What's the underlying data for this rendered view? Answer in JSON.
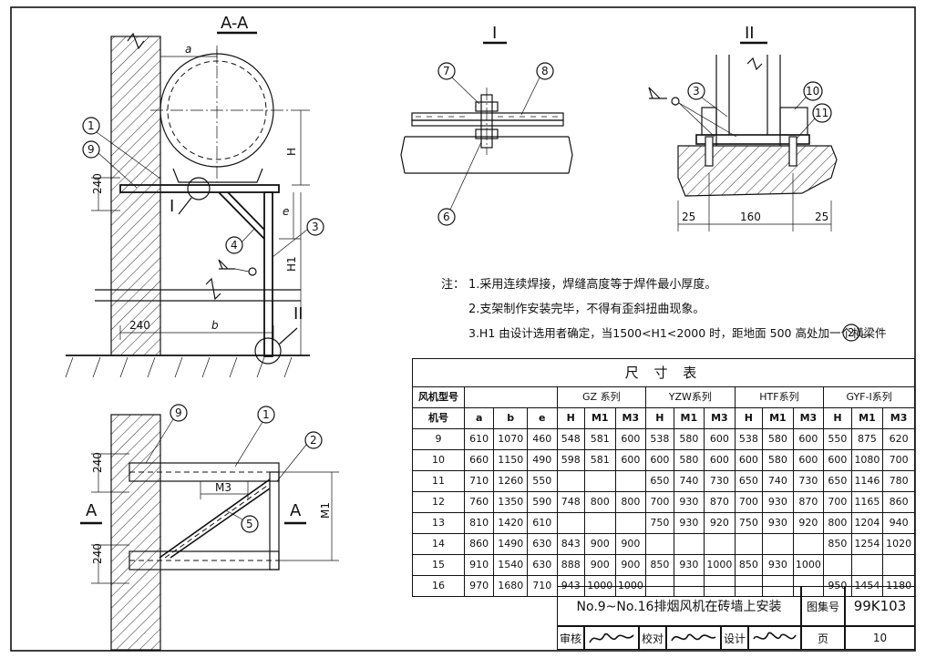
{
  "sheet": {
    "section_aa": "A-A",
    "detail_i": "I",
    "detail_ii": "II"
  },
  "labels": {
    "a": "a",
    "b": "b",
    "e": "e",
    "H": "H",
    "H1": "H1",
    "M1": "M1",
    "M3": "M3",
    "dim_240": "240",
    "dim_25": "25",
    "dim_160": "160",
    "sec_A": "A",
    "call_I": "I",
    "call_II": "II"
  },
  "callouts": [
    "1",
    "2",
    "3",
    "4",
    "5",
    "6",
    "7",
    "8",
    "9",
    "10",
    "11"
  ],
  "notes": {
    "prefix": "注：",
    "line1": "1.采用连续焊接，焊缝高度等于焊件最小厚度。",
    "line2": "2.支架制作安装完毕，不得有歪斜扭曲现象。",
    "line3_pre": "3.H1 由设计选用者确定，当1500<H1<2000 时，距地面 500 高处加一个横梁件",
    "line3_num": "2",
    "line3_post": "。"
  },
  "table": {
    "title": "尺 寸 表",
    "group_header": [
      "风机型号",
      "",
      "GZ 系列",
      "YZW系列",
      "HTF系列",
      "GYF-I系列"
    ],
    "columns": [
      "机号",
      "a",
      "b",
      "e",
      "H",
      "M1",
      "M3",
      "H",
      "M1",
      "M3",
      "H",
      "M1",
      "M3",
      "H",
      "M1",
      "M3"
    ],
    "rows": [
      [
        "9",
        "610",
        "1070",
        "460",
        "548",
        "581",
        "600",
        "538",
        "580",
        "600",
        "538",
        "580",
        "600",
        "550",
        "875",
        "620"
      ],
      [
        "10",
        "660",
        "1150",
        "490",
        "598",
        "581",
        "600",
        "600",
        "580",
        "600",
        "600",
        "580",
        "600",
        "600",
        "1080",
        "700"
      ],
      [
        "11",
        "710",
        "1260",
        "550",
        "",
        "",
        "",
        "650",
        "740",
        "730",
        "650",
        "740",
        "730",
        "650",
        "1146",
        "780"
      ],
      [
        "12",
        "760",
        "1350",
        "590",
        "748",
        "800",
        "800",
        "700",
        "930",
        "870",
        "700",
        "930",
        "870",
        "700",
        "1165",
        "860"
      ],
      [
        "13",
        "810",
        "1420",
        "610",
        "",
        "",
        "",
        "750",
        "930",
        "920",
        "750",
        "930",
        "920",
        "800",
        "1204",
        "940"
      ],
      [
        "14",
        "860",
        "1490",
        "630",
        "843",
        "900",
        "900",
        "",
        "",
        "",
        "",
        "",
        "",
        "850",
        "1254",
        "1020"
      ],
      [
        "15",
        "910",
        "1540",
        "630",
        "888",
        "900",
        "900",
        "850",
        "930",
        "1000",
        "850",
        "930",
        "1000",
        "",
        "",
        ""
      ],
      [
        "16",
        "970",
        "1680",
        "710",
        "943",
        "1000",
        "1000",
        "",
        "",
        "",
        "",
        "",
        "",
        "950",
        "1454",
        "1180"
      ]
    ]
  },
  "title_block": {
    "drawing_title": "No.9~No.16排烟风机在砖墙上安装",
    "atlas_label": "图集号",
    "atlas_no": "99K103",
    "review_label": "审核",
    "check_label": "校对",
    "design_label": "设计",
    "page_label": "页",
    "page_no": "10"
  },
  "colors": {
    "ink": "#111111",
    "paper": "#ffffff"
  }
}
